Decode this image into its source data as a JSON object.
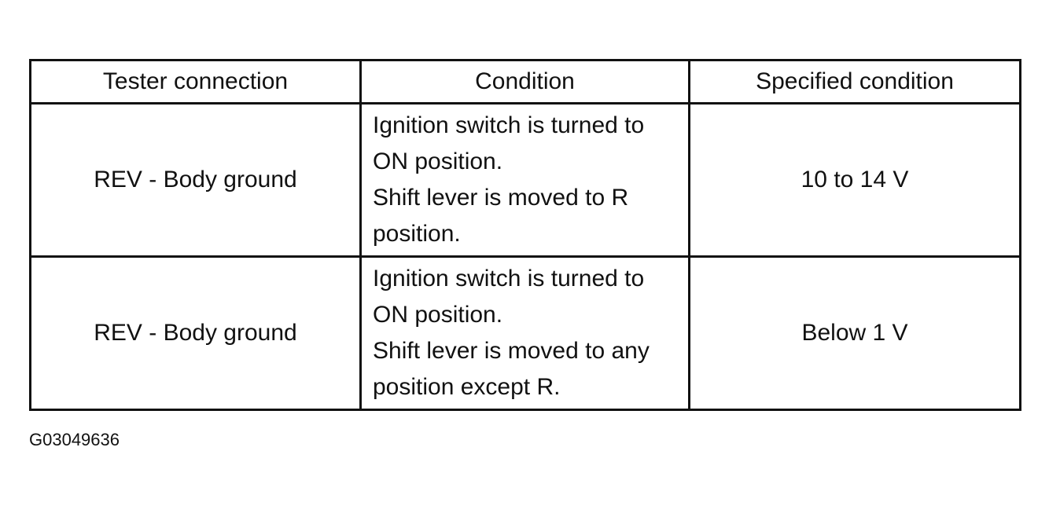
{
  "table": {
    "headers": [
      "Tester connection",
      "Condition",
      "Specified condition"
    ],
    "rows": [
      {
        "tester_connection": "REV - Body ground",
        "condition_lines": [
          "Ignition switch is turned to",
          "ON position.",
          "Shift lever is moved to R",
          "position."
        ],
        "specified_condition": "10 to 14 V"
      },
      {
        "tester_connection": "REV - Body ground",
        "condition_lines": [
          "Ignition switch is turned to",
          "ON position.",
          "Shift lever is moved to any",
          "position except R."
        ],
        "specified_condition": "Below 1 V"
      }
    ]
  },
  "figure_id": "G03049636"
}
